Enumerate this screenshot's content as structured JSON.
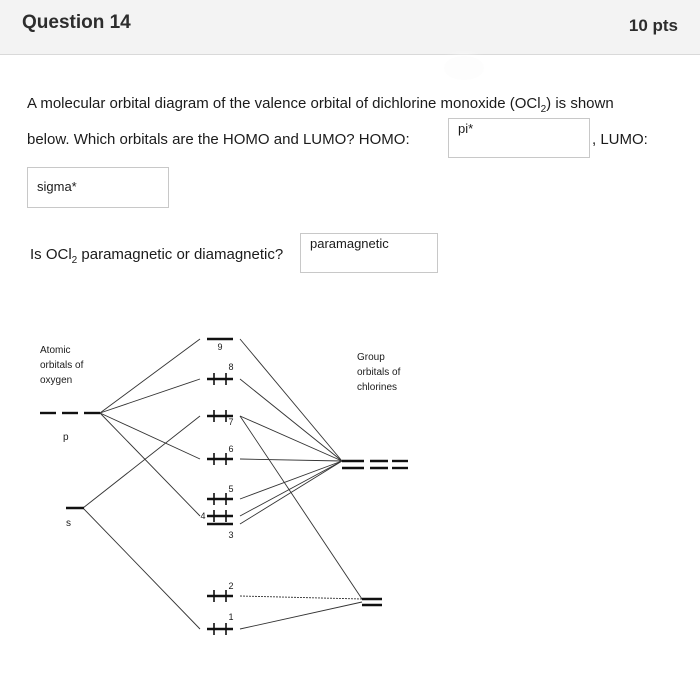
{
  "header": {
    "title": "Question 14",
    "points": "10 pts"
  },
  "question": {
    "line1": "A molecular orbital diagram of the valence orbital of dichlorine monoxide (OCl",
    "line1_sub": "2",
    "line1_end": ") is shown",
    "line2": "below. Which orbitals are the HOMO and LUMO? HOMO:",
    "homo_value": "pi*",
    "lumo_label": ", LUMO:",
    "lumo_value": "sigma*",
    "q2_pre": "Is OCl",
    "q2_sub": "2",
    "q2_post": " paramagnetic or diamagnetic?",
    "magnetism_value": "paramagnetic"
  },
  "diagram": {
    "left_label": [
      "Atomic",
      "orbitals of",
      "oxygen"
    ],
    "right_label": [
      "Group",
      "orbitals of",
      "chlorines"
    ],
    "p_label": "p",
    "s_label": "s",
    "mo_numbers": [
      "9",
      "8",
      "7",
      "6",
      "5",
      "4",
      "3",
      "2",
      "1"
    ]
  }
}
